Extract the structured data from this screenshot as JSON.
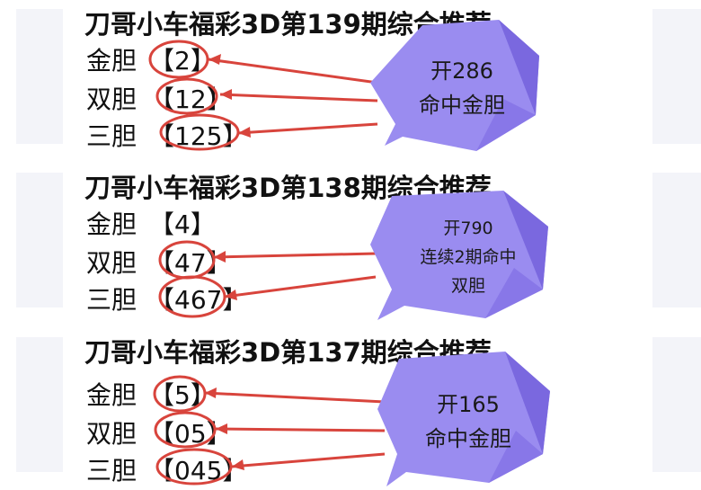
{
  "colors": {
    "annotation_red": "#d8443c",
    "bubble_light": "#9a8cf0",
    "bubble_dark": "#7a68df",
    "side_panel": "#f3f4f9"
  },
  "panels": [
    {
      "title": "刀哥小车福彩3D第139期综合推荐",
      "rows": [
        {
          "label": "金胆",
          "value": "【2】"
        },
        {
          "label": "双胆",
          "value": "【12】"
        },
        {
          "label": "三胆",
          "value": "【125】"
        }
      ],
      "bubble": {
        "line1": "开286",
        "line2": "命中金胆",
        "line3": ""
      }
    },
    {
      "title": "刀哥小车福彩3D第138期综合推荐",
      "rows": [
        {
          "label": "金胆",
          "value": "【4】"
        },
        {
          "label": "双胆",
          "value": "【47】"
        },
        {
          "label": "三胆",
          "value": "【467】"
        }
      ],
      "bubble": {
        "line1": "开790",
        "line2": "连续2期命中",
        "line3": "双胆"
      }
    },
    {
      "title": "刀哥小车福彩3D第137期综合推荐",
      "rows": [
        {
          "label": "金胆",
          "value": "【5】"
        },
        {
          "label": "双胆",
          "value": "【05】"
        },
        {
          "label": "三胆",
          "value": "【045】"
        }
      ],
      "bubble": {
        "line1": "开165",
        "line2": "命中金胆",
        "line3": ""
      }
    }
  ]
}
